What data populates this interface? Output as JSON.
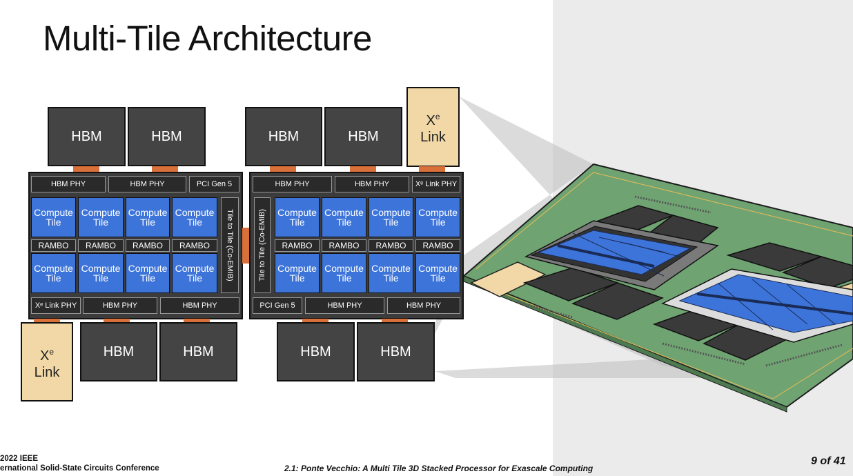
{
  "title": "Multi-Tile Architecture",
  "labels": {
    "hbm": "HBM",
    "hbm_phy": "HBM PHY",
    "pci_gen5": "PCI Gen 5",
    "xe_link_phy": "Xᵉ Link PHY",
    "compute_tile_line1": "Compute",
    "compute_tile_line2": "Tile",
    "rambo": "RAMBO",
    "tile_to_tile": "Tile to Tile (Co-EMIB)",
    "xe_link_main": "X",
    "xe_link_sup": "e",
    "xe_link_word": "Link"
  },
  "footer": {
    "ieee": "2022 IEEE",
    "conference": "ernational Solid-State Circuits Conference",
    "paper": "2.1: Ponte Vecchio: A Multi Tile 3D Stacked Processor for Exascale Computing",
    "page": "9 of 41"
  },
  "colors": {
    "compute_tile": "#3d74d9",
    "hbm": "#444444",
    "xe_link": "#f1d8a6",
    "connector": "#d9703a",
    "package": "#6fa372"
  }
}
